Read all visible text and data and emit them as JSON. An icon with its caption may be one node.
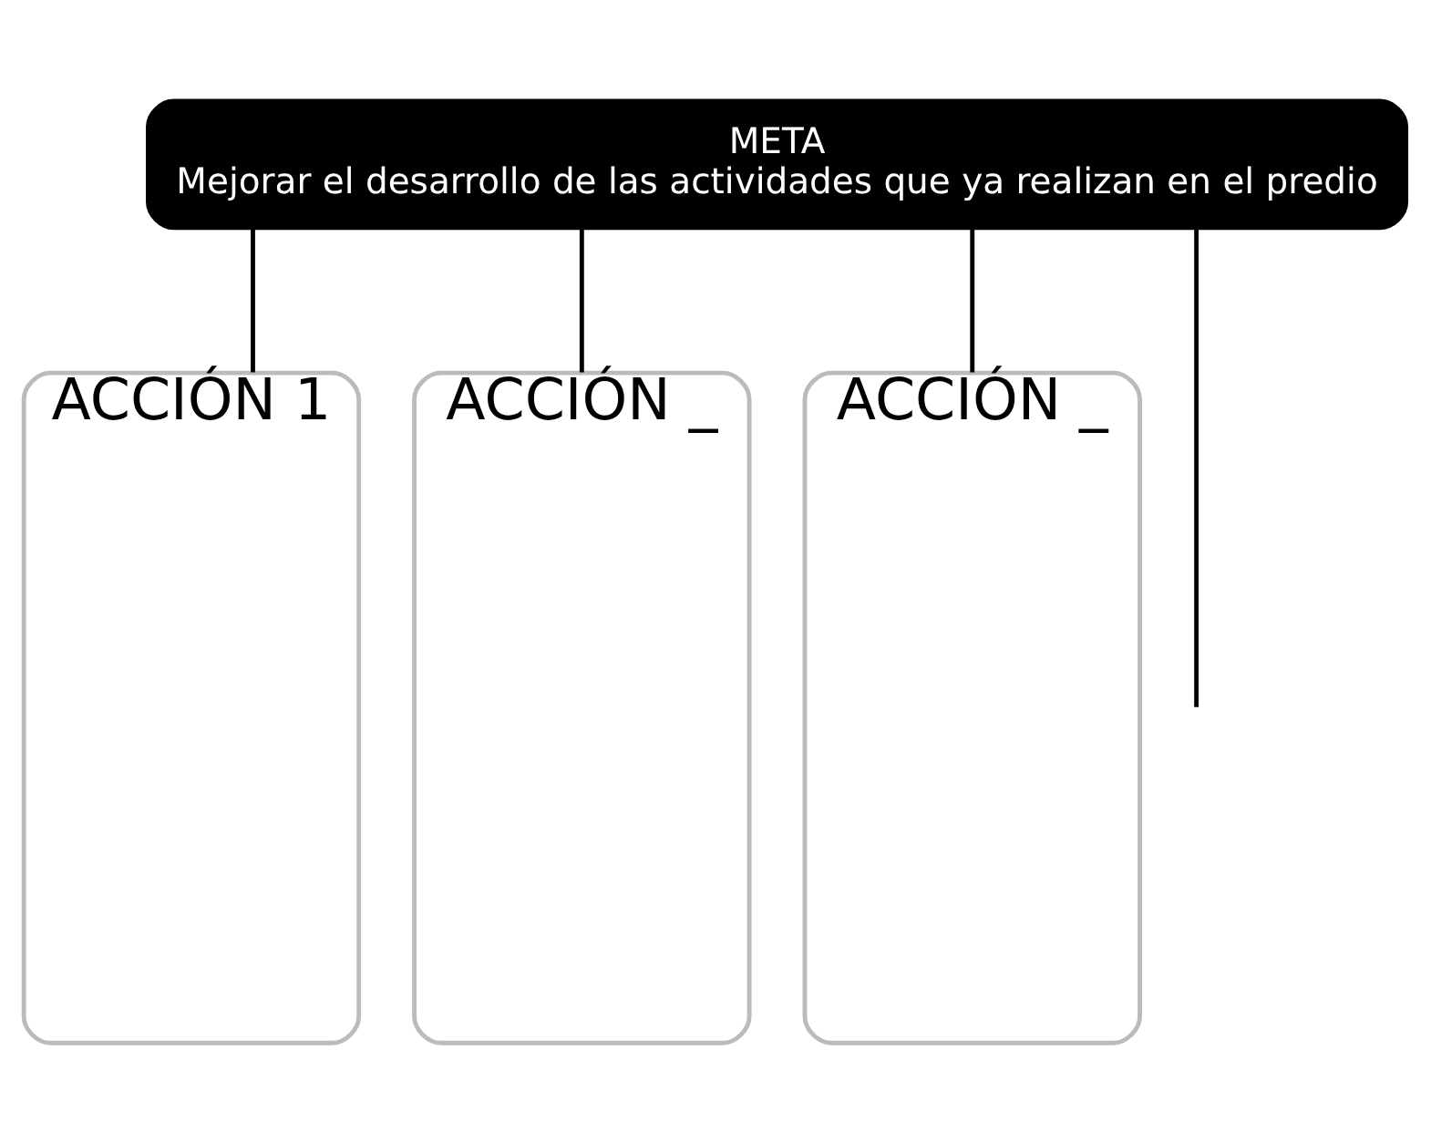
{
  "diagram": {
    "nodes": [
      {
        "text": [
          "META",
          "Mejorar el desarrollo de las actividades que ya realizan en el predio"
        ]
      },
      {
        "text": [
          "ACCIÓN 1"
        ]
      },
      {
        "text": [
          "ACCIÓN _"
        ]
      },
      {
        "text": [
          "ACCIÓN _"
        ]
      }
    ],
    "edges": [
      {
        "from": 0,
        "to": 1,
        "arrow": "none"
      },
      {
        "from": 0,
        "to": 2,
        "arrow": "none"
      },
      {
        "from": 0,
        "to": 3,
        "arrow": "none"
      },
      {
        "from": 0,
        "to": null,
        "arrow": "none"
      }
    ]
  }
}
